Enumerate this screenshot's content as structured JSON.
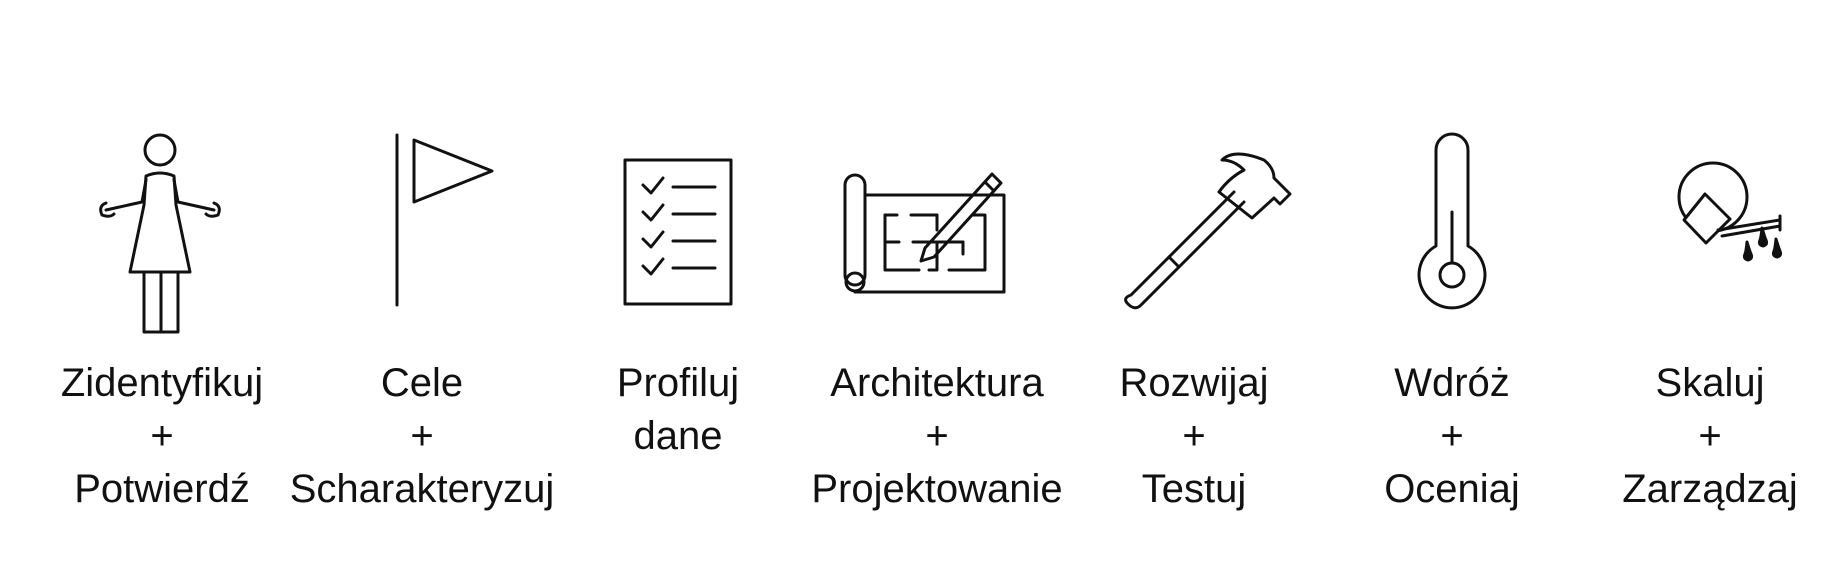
{
  "steps": [
    {
      "icon": "person-icon",
      "lines": [
        "Zidentyfikuj",
        "+",
        "Potwierdź"
      ]
    },
    {
      "icon": "flag-icon",
      "lines": [
        "Cele",
        "+",
        "Scharakteryzuj"
      ]
    },
    {
      "icon": "checklist-icon",
      "lines": [
        "Profiluj",
        "dane"
      ]
    },
    {
      "icon": "blueprint-icon",
      "lines": [
        "Architektura",
        "+",
        "Projektowanie"
      ]
    },
    {
      "icon": "hammer-icon",
      "lines": [
        "Rozwijaj",
        "+",
        "Testuj"
      ]
    },
    {
      "icon": "thermometer-icon",
      "lines": [
        "Wdróż",
        "+",
        "Oceniaj"
      ]
    },
    {
      "icon": "watering-can-icon",
      "lines": [
        "Skaluj",
        "+",
        "Zarządzaj"
      ]
    }
  ],
  "colors": {
    "stroke": "#111111",
    "background": "#ffffff"
  }
}
